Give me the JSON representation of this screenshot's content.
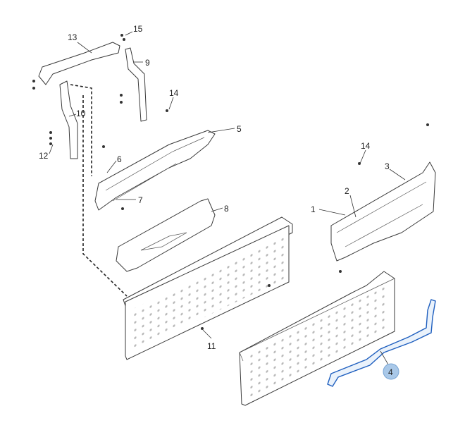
{
  "diagram": {
    "title": "Front bumper support brackets exploded view",
    "highlight_color": "#1f5fbf",
    "callouts": [
      "13",
      "15",
      "9",
      "14",
      "10",
      "12",
      "6",
      "5",
      "7",
      "8",
      "11",
      "14",
      "3",
      "2",
      "1",
      "4"
    ],
    "selected_callout": "4"
  }
}
